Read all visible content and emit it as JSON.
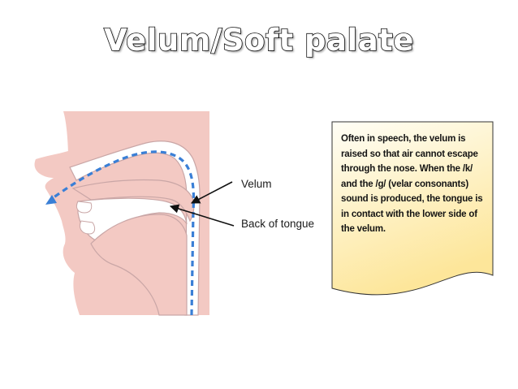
{
  "slide": {
    "title": "Velum/Soft palate"
  },
  "diagram": {
    "labels": {
      "velum": "Velum",
      "back_of_tongue": "Back of tongue"
    },
    "colors": {
      "skin": "#f3c9c3",
      "cavity": "#ffffff",
      "outline": "#c9a6a6",
      "airflow": "#3a7fd6",
      "arrow": "#111111"
    }
  },
  "note": {
    "text": "Often in speech, the velum is raised so that air cannot escape through the nose. When the /k/ and the /g/ (velar consonants) sound is produced, the tongue is in contact with the lower side of the velum.",
    "colors": {
      "fill_top": "#fffef6",
      "fill_bottom": "#fde69a",
      "border": "#333333"
    }
  }
}
